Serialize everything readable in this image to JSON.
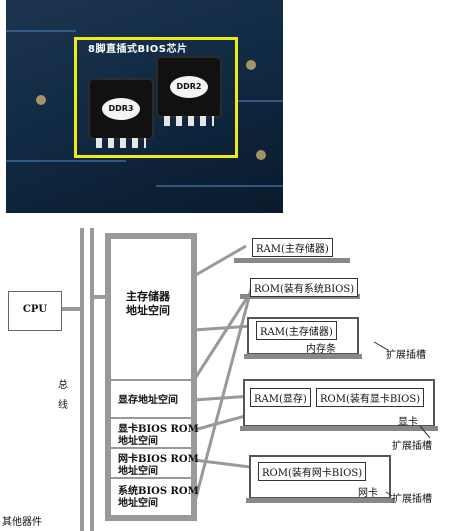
{
  "photo": {
    "highlight_label": "8脚直插式BIOS芯片",
    "chip_left_label": "DDR3",
    "chip_right_label": "DDR2",
    "highlight_color": "#f0ea1a"
  },
  "diagram": {
    "cpu": "CPU",
    "bus_chars": [
      "总",
      "线"
    ],
    "other_devices": "其他器件",
    "address_space": {
      "main_memory_space": [
        "主存储器",
        "地址空间"
      ],
      "video_memory_space": "显存地址空间",
      "video_bios_space": [
        "显卡BIOS ROM",
        "地址空间"
      ],
      "nic_bios_space": [
        "网卡BIOS ROM",
        "地址空间"
      ],
      "system_bios_space": [
        "系统BIOS ROM",
        "地址空间"
      ]
    },
    "devices": {
      "ram_main_top": "RAM(主存储器)",
      "rom_system_bios": "ROM(装有系统BIOS)",
      "ram_main_stick": "RAM(主存储器)",
      "memory_stick_label": "内存条",
      "slot_label_1": "扩展插槽",
      "ram_video": "RAM(显存)",
      "rom_video_bios": "ROM(装有显卡BIOS)",
      "video_card_label": "显卡",
      "slot_label_2": "扩展插槽",
      "rom_nic_bios": "ROM(装有网卡BIOS)",
      "nic_label": "网卡",
      "slot_label_3": "扩展插槽"
    }
  }
}
